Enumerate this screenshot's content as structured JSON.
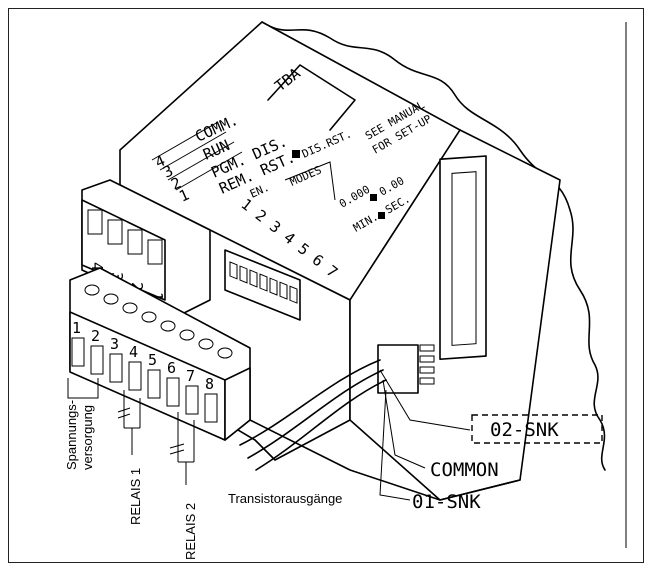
{
  "top_label": {
    "tba": "TBA"
  },
  "leds": [
    {
      "num": "4",
      "label": "COMM."
    },
    {
      "num": "3",
      "label": "RUN"
    },
    {
      "num": "2",
      "label": "PGM.  DIS."
    },
    {
      "num": "1",
      "label": "REM.  RST."
    }
  ],
  "panel": {
    "dis_rst": "DIS.RST.",
    "see_manual_1": "SEE  MANUAL",
    "see_manual_2": "FOR SET-UP",
    "modes": "MODES",
    "en": "EN.",
    "dip_nums": "1 2 3 4 5 6 7",
    "sec_value": "0.00",
    "sec_unit": "SEC.",
    "min_value": "0.000",
    "min_unit": "MIN."
  },
  "left_connector_pins": [
    "4",
    "3",
    "2",
    "1"
  ],
  "terminal_pins": [
    "1",
    "2",
    "3",
    "4",
    "5",
    "6",
    "7",
    "8"
  ],
  "labels": {
    "power_1": "Spannungs-",
    "power_2": "versorgung",
    "relay1": "RELAIS 1",
    "relay2": "RELAIS 2",
    "transistor": "Transistorausgänge",
    "snk02": "02-SNK",
    "common": "COMMON",
    "snk01": "01-SNK"
  }
}
